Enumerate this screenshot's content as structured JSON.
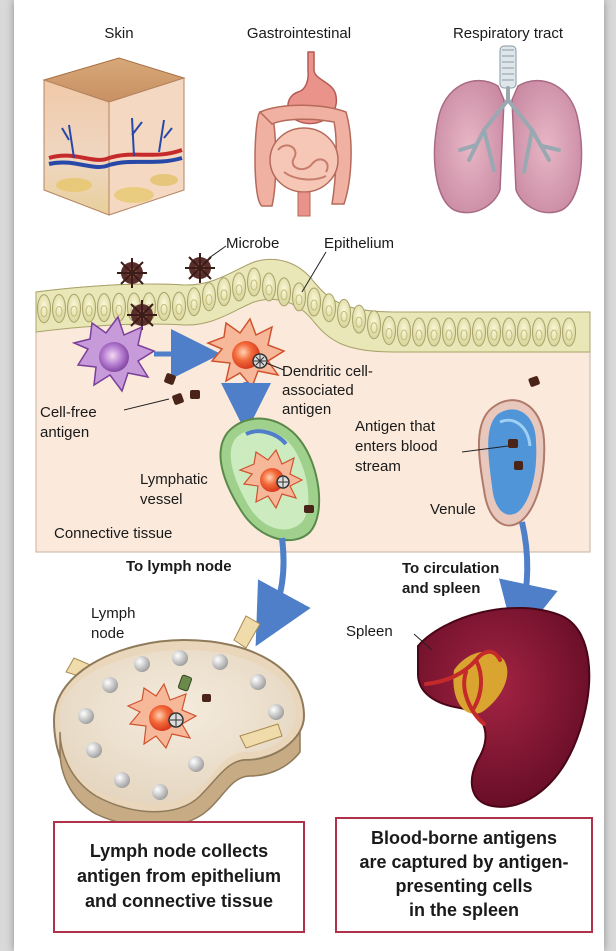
{
  "organs": {
    "skin": "Skin",
    "gastrointestinal": "Gastrointestinal",
    "respiratory": "Respiratory tract"
  },
  "labels": {
    "microbe": "Microbe",
    "epithelium": "Epithelium",
    "dendritic_1": "Dendritic cell-",
    "dendritic_2": "associated",
    "dendritic_3": "antigen",
    "cellfree_1": "Cell-free",
    "cellfree_2": "antigen",
    "blood_1": "Antigen that",
    "blood_2": "enters blood",
    "blood_3": "stream",
    "lymphatic_1": "Lymphatic",
    "lymphatic_2": "vessel",
    "venule": "Venule",
    "connective": "Connective tissue",
    "to_lymph": "To lymph node",
    "to_circ_1": "To circulation",
    "to_circ_2": "and spleen",
    "lymphnode_1": "Lymph",
    "lymphnode_2": "node",
    "spleen": "Spleen"
  },
  "boxes": {
    "left": [
      "Lymph node collects",
      "antigen from epithelium",
      "and connective tissue"
    ],
    "right": [
      "Blood-borne antigens",
      "are captured by antigen-",
      "presenting cells",
      "in the spleen"
    ]
  },
  "colors": {
    "box_border": "#b0324a",
    "arrow": "#4f7fc8",
    "tissue": "#fbeadb",
    "spleen": "#7a1030"
  }
}
